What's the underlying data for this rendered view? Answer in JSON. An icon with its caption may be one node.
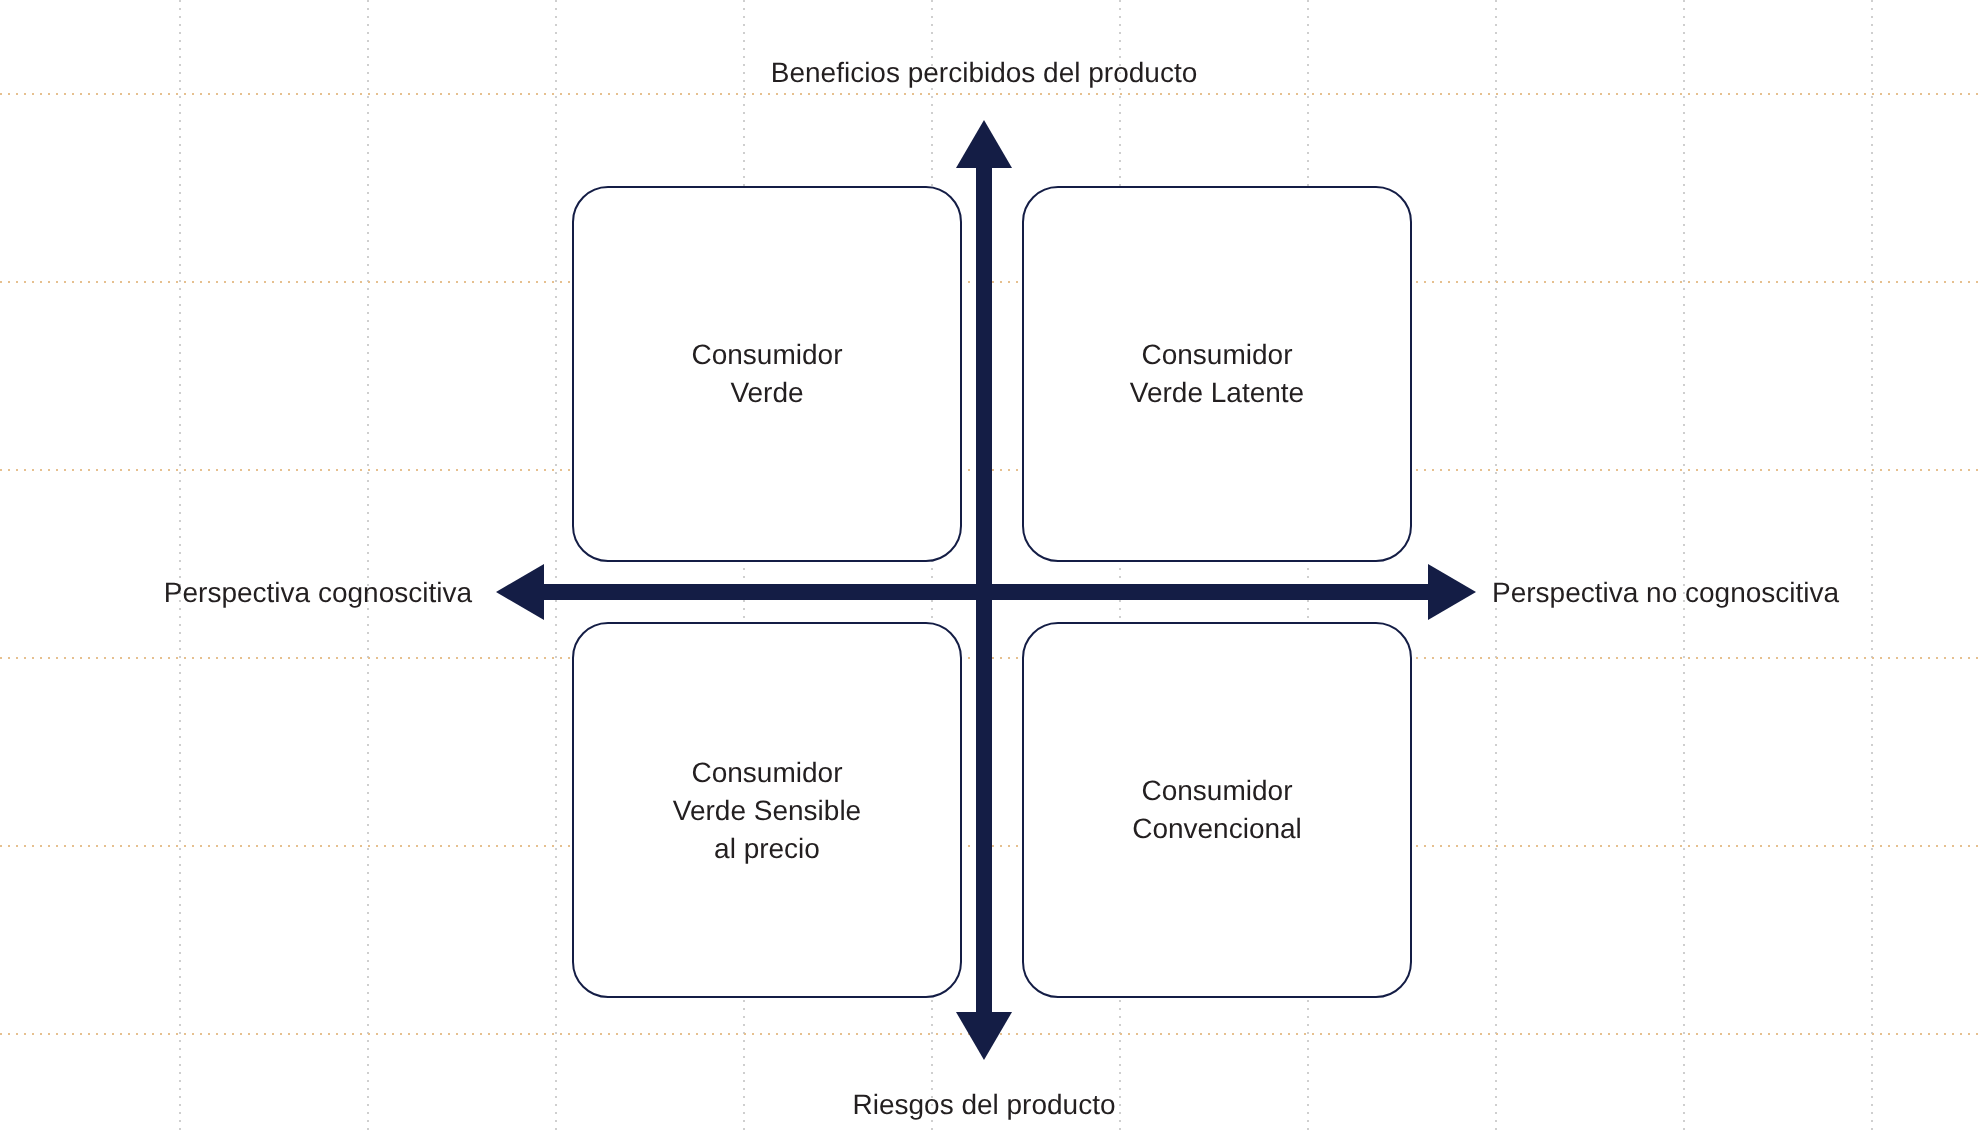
{
  "diagram": {
    "nodes": [
      {
        "text": [
          "Consumidor Verde"
        ]
      },
      {
        "text": [
          "Consumidor Verde Latente"
        ]
      },
      {
        "text": [
          "Consumidor Verde Sensible al precio"
        ]
      },
      {
        "text": [
          "Consumidor Convencional"
        ]
      }
    ],
    "edges": [],
    "labels": [
      "Beneficios percibidos del producto",
      "Perspectiva cognoscitiva",
      "Perspectiva no cognoscitiva",
      "Riesgos del producto"
    ]
  }
}
